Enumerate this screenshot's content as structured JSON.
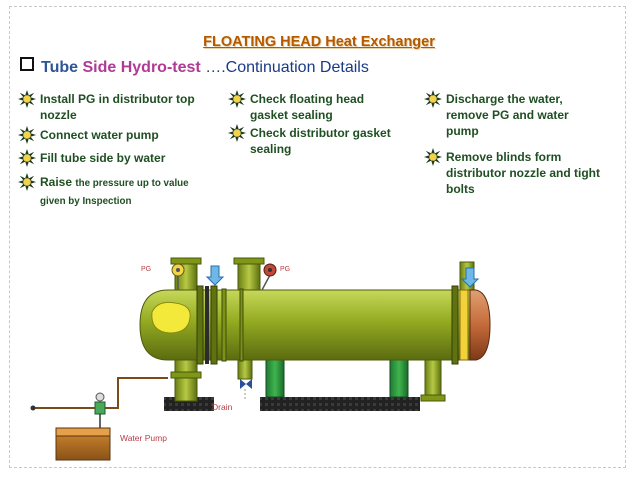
{
  "title": "FLOATING HEAD Heat Exchanger",
  "subtitle": {
    "tube": "Tube",
    "hydro": "Side Hydro-test",
    "continuation": "….Continuation Details"
  },
  "steps": {
    "install_pg": "Install PG in distributor top nozzle",
    "connect_pump": "Connect water pump",
    "fill_tube": "Fill tube side by water",
    "raise_pressure_lead": "Raise",
    "raise_pressure_rest": "the pressure up to value given by Inspection",
    "check_floating": "Check floating head gasket sealing",
    "check_distributor": "Check distributor gasket sealing",
    "discharge": "Discharge the water, remove PG and water pump",
    "remove_blinds": "Remove blinds form distributor nozzle and tight bolts"
  },
  "diagram": {
    "pg_left": "PG",
    "pg_right": "PG",
    "drain": "Drain",
    "water_pump": "Water Pump"
  },
  "colors": {
    "title": "#b35a00",
    "step_text": "#1f4f22",
    "shell": "#8aa51c",
    "label": "#b83c45"
  }
}
